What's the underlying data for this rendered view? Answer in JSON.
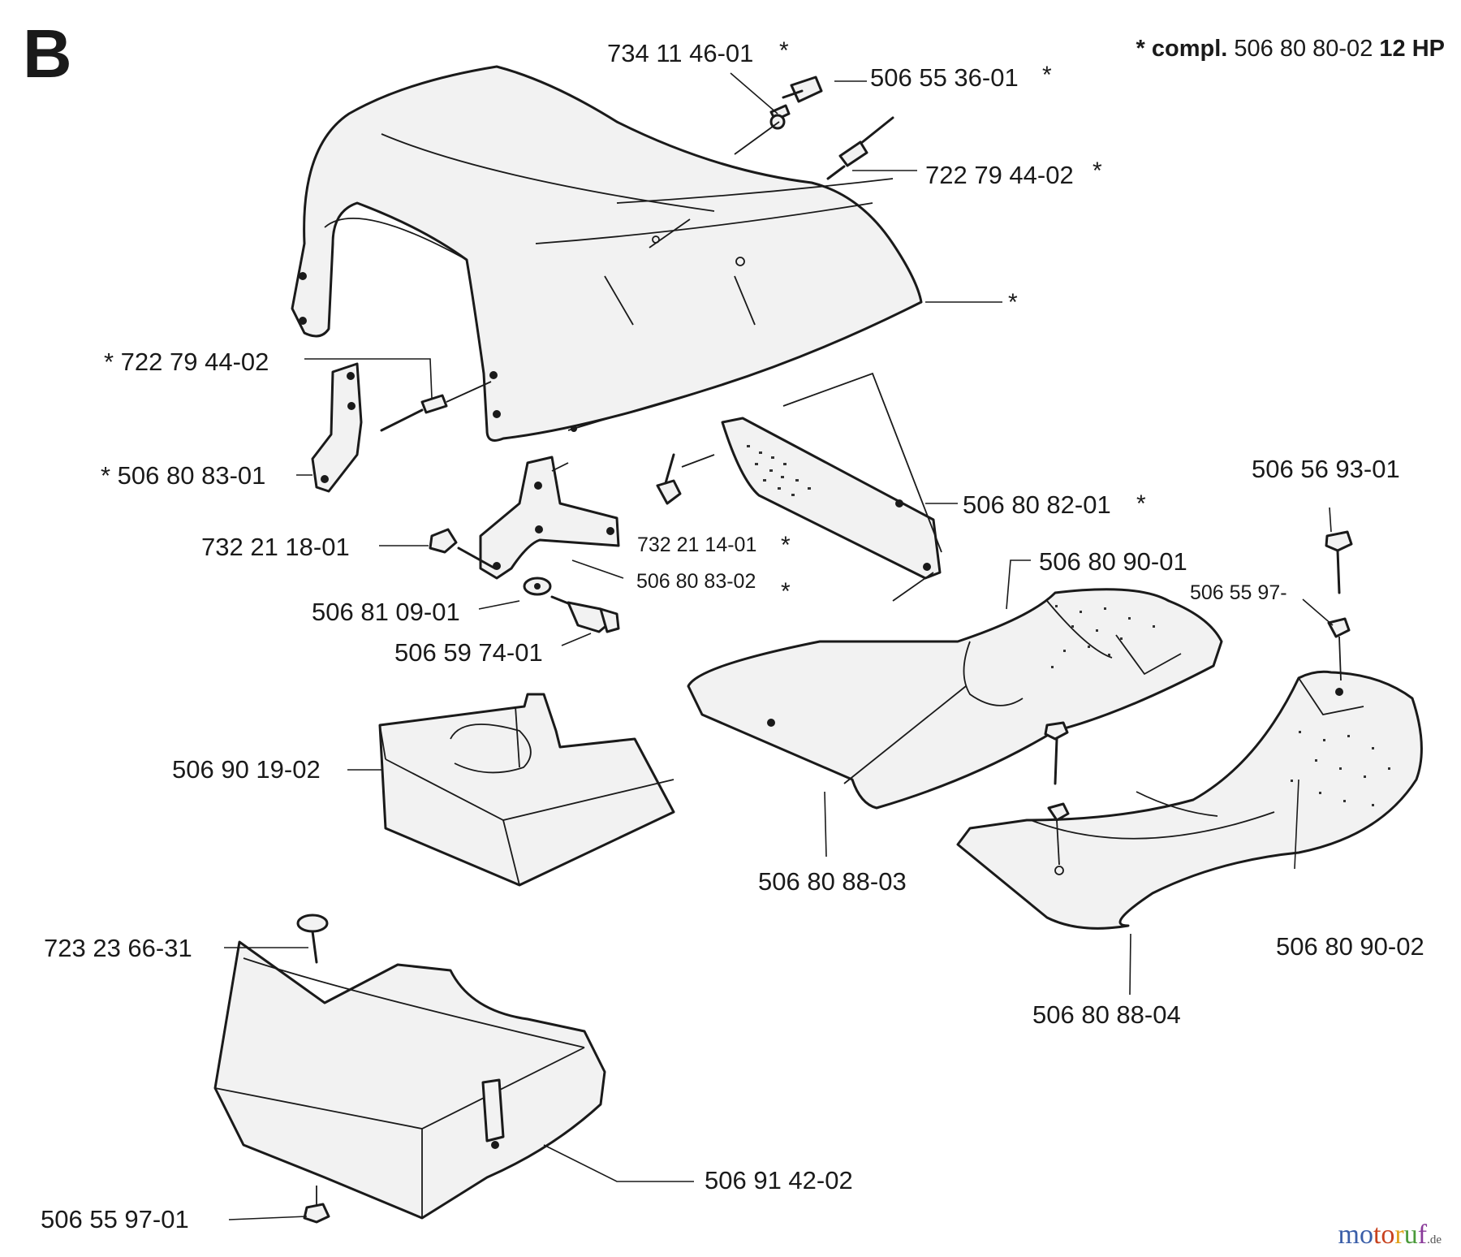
{
  "section_letter": "B",
  "header_note": {
    "prefix": "* compl.",
    "part": "506 80 80-02",
    "suffix": "12 HP"
  },
  "watermark": {
    "m1": "mo",
    "m2": "to",
    "m3": "r",
    "m4": "u",
    "m5": "f",
    "dom": ".de"
  },
  "parts": {
    "p_734114601": "734 11 46-01",
    "p_506553601": "506 55 36-01",
    "p_722794402_top": "722 79 44-02",
    "p_722794402_left": "* 722 79 44-02",
    "p_506808301": "* 506 80 83-01",
    "p_732211801": "732 21 18-01",
    "p_732211401": "732 21 14-01",
    "p_506808302": "506 80 83-02",
    "p_506810901": "506 81 09-01",
    "p_506597401": "506 59 74-01",
    "p_506808201": "506 80 82-01",
    "p_506809001": "506 80 90-01",
    "p_506569301": "506 56 93-01",
    "p_50655597": "506 55 97-",
    "p_506901902": "506 90 19-02",
    "p_506808803": "506 80 88-03",
    "p_506809002": "506 80 90-02",
    "p_506808804": "506 80 88-04",
    "p_723236631": "723 23 66-31",
    "p_506914202": "506 91 42-02",
    "p_506559701": "506 55 97-01"
  },
  "star": "*"
}
